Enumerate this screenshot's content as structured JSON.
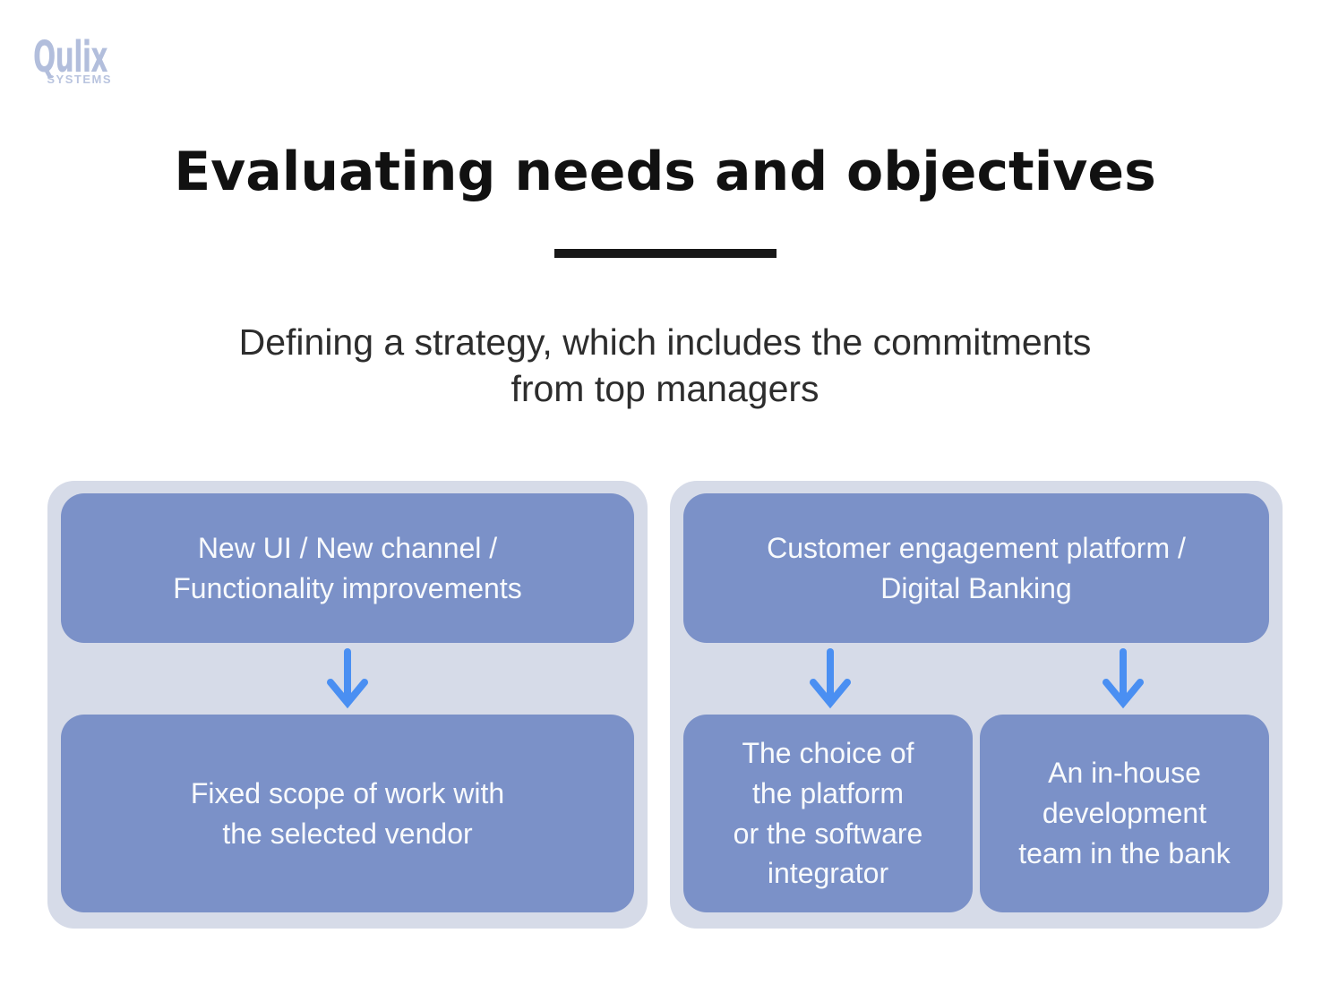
{
  "logo": {
    "brand": "Qulix",
    "tagline": "SYSTEMS"
  },
  "header": {
    "title": "Evaluating needs and objectives",
    "subtitle": "Defining a strategy, which includes the commitments\nfrom top managers"
  },
  "diagram": {
    "left_flow": {
      "source": "New UI / New channel /\nFunctionality improvements",
      "targets": [
        "Fixed scope of work with\nthe selected vendor"
      ]
    },
    "right_flow": {
      "source": "Customer engagement platform /\nDigital Banking",
      "targets": [
        "The choice of\nthe platform\nor the software\nintegrator",
        "An in-house\ndevelopment\nteam in the bank"
      ]
    }
  },
  "icons": {
    "down_arrow": "↓"
  },
  "colors": {
    "background": "#ffffff",
    "panel_bg": "#d6dbe8",
    "box_bg": "#7b91c8",
    "box_text": "#f8fafc",
    "arrow": "#4a8ff2",
    "title_text": "#111111",
    "subtitle_text": "#2d2d2d",
    "divider": "#181818",
    "logo": "#b2bedc"
  }
}
